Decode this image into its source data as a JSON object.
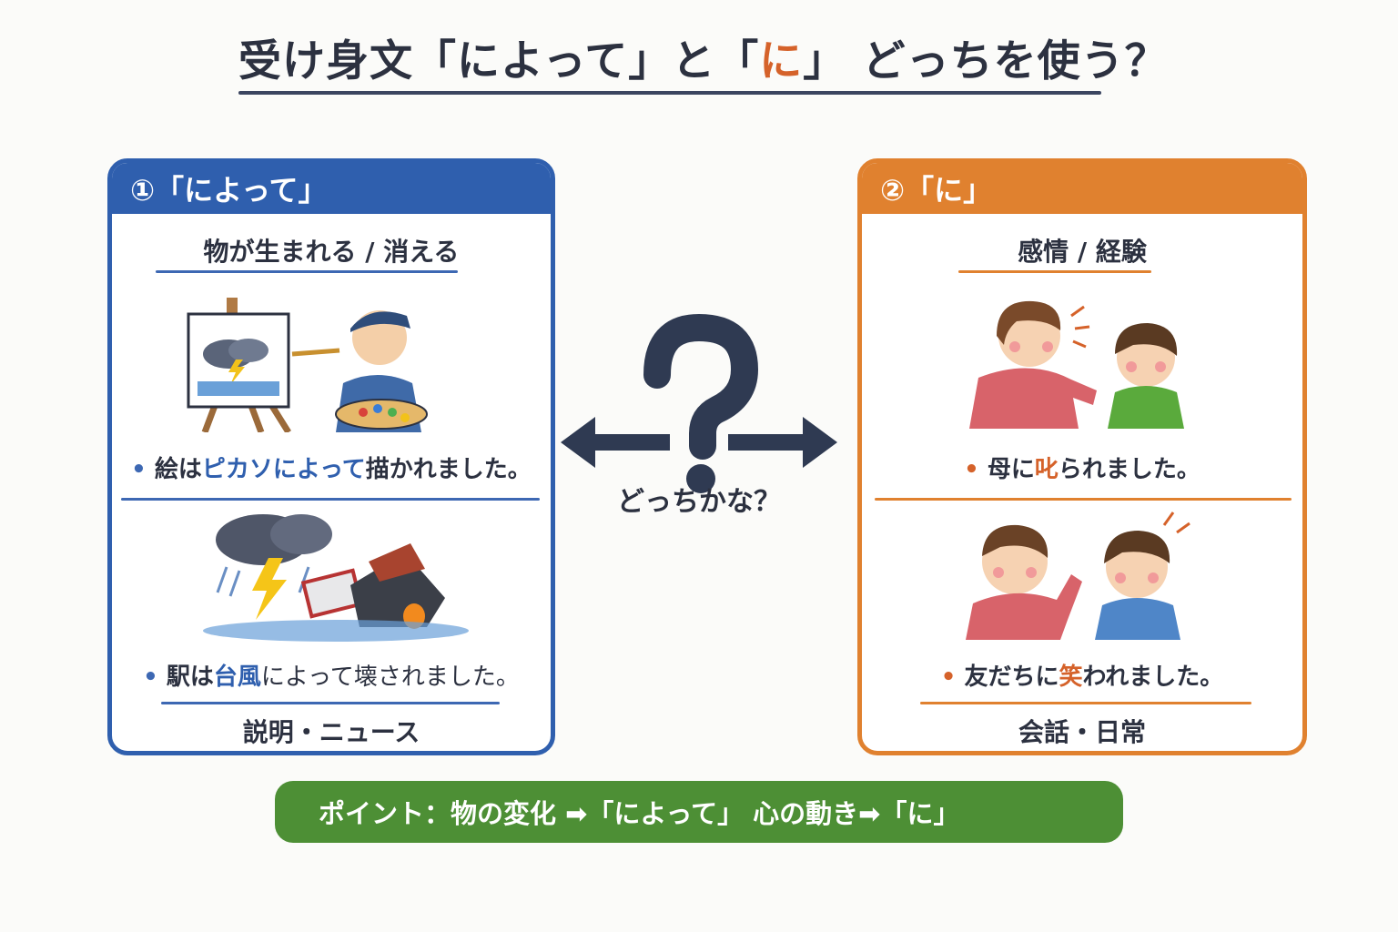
{
  "title": {
    "part1": "受け身文「によって」と「",
    "highlight": "に",
    "part2": "」 どっちを使う？"
  },
  "left_card": {
    "header": "①「によって」",
    "subheading": "物が生まれる / 消える",
    "example1": {
      "bullet": "•",
      "pre": "絵は",
      "key": "ピカソによって",
      "post": "描かれました。"
    },
    "example2": {
      "bullet": "•",
      "pre": "駅は",
      "key": "台風",
      "mid": "によって",
      "post": "壊されました。"
    },
    "footer": "説明・ニュース",
    "accent_color": "#2f5fae"
  },
  "right_card": {
    "header": "②「に」",
    "subheading": "感情 / 経験",
    "example1": {
      "bullet": "•",
      "pre": "母に",
      "key": "叱",
      "post": "られました。"
    },
    "example2": {
      "bullet": "•",
      "pre": "友だちに",
      "key": "笑",
      "post": "われました。"
    },
    "footer": "会話・日常",
    "accent_color": "#e0812f"
  },
  "center": {
    "icon": "question-mark-icon",
    "label": "どっちかな？"
  },
  "point_banner": {
    "text": "ポイント：物の変化 ➡「によって」 心の動き➡「に」",
    "color": "#4d8f35"
  }
}
